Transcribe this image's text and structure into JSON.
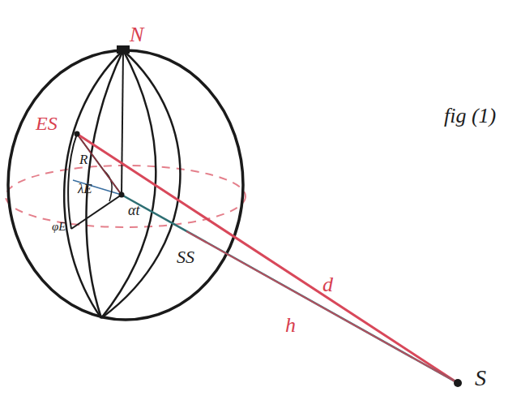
{
  "diagram": {
    "labels": [
      "N",
      "ES",
      "R",
      "λE",
      "φE",
      "αt",
      "SS",
      "d",
      "h",
      "S",
      "fig (1)"
    ]
  }
}
